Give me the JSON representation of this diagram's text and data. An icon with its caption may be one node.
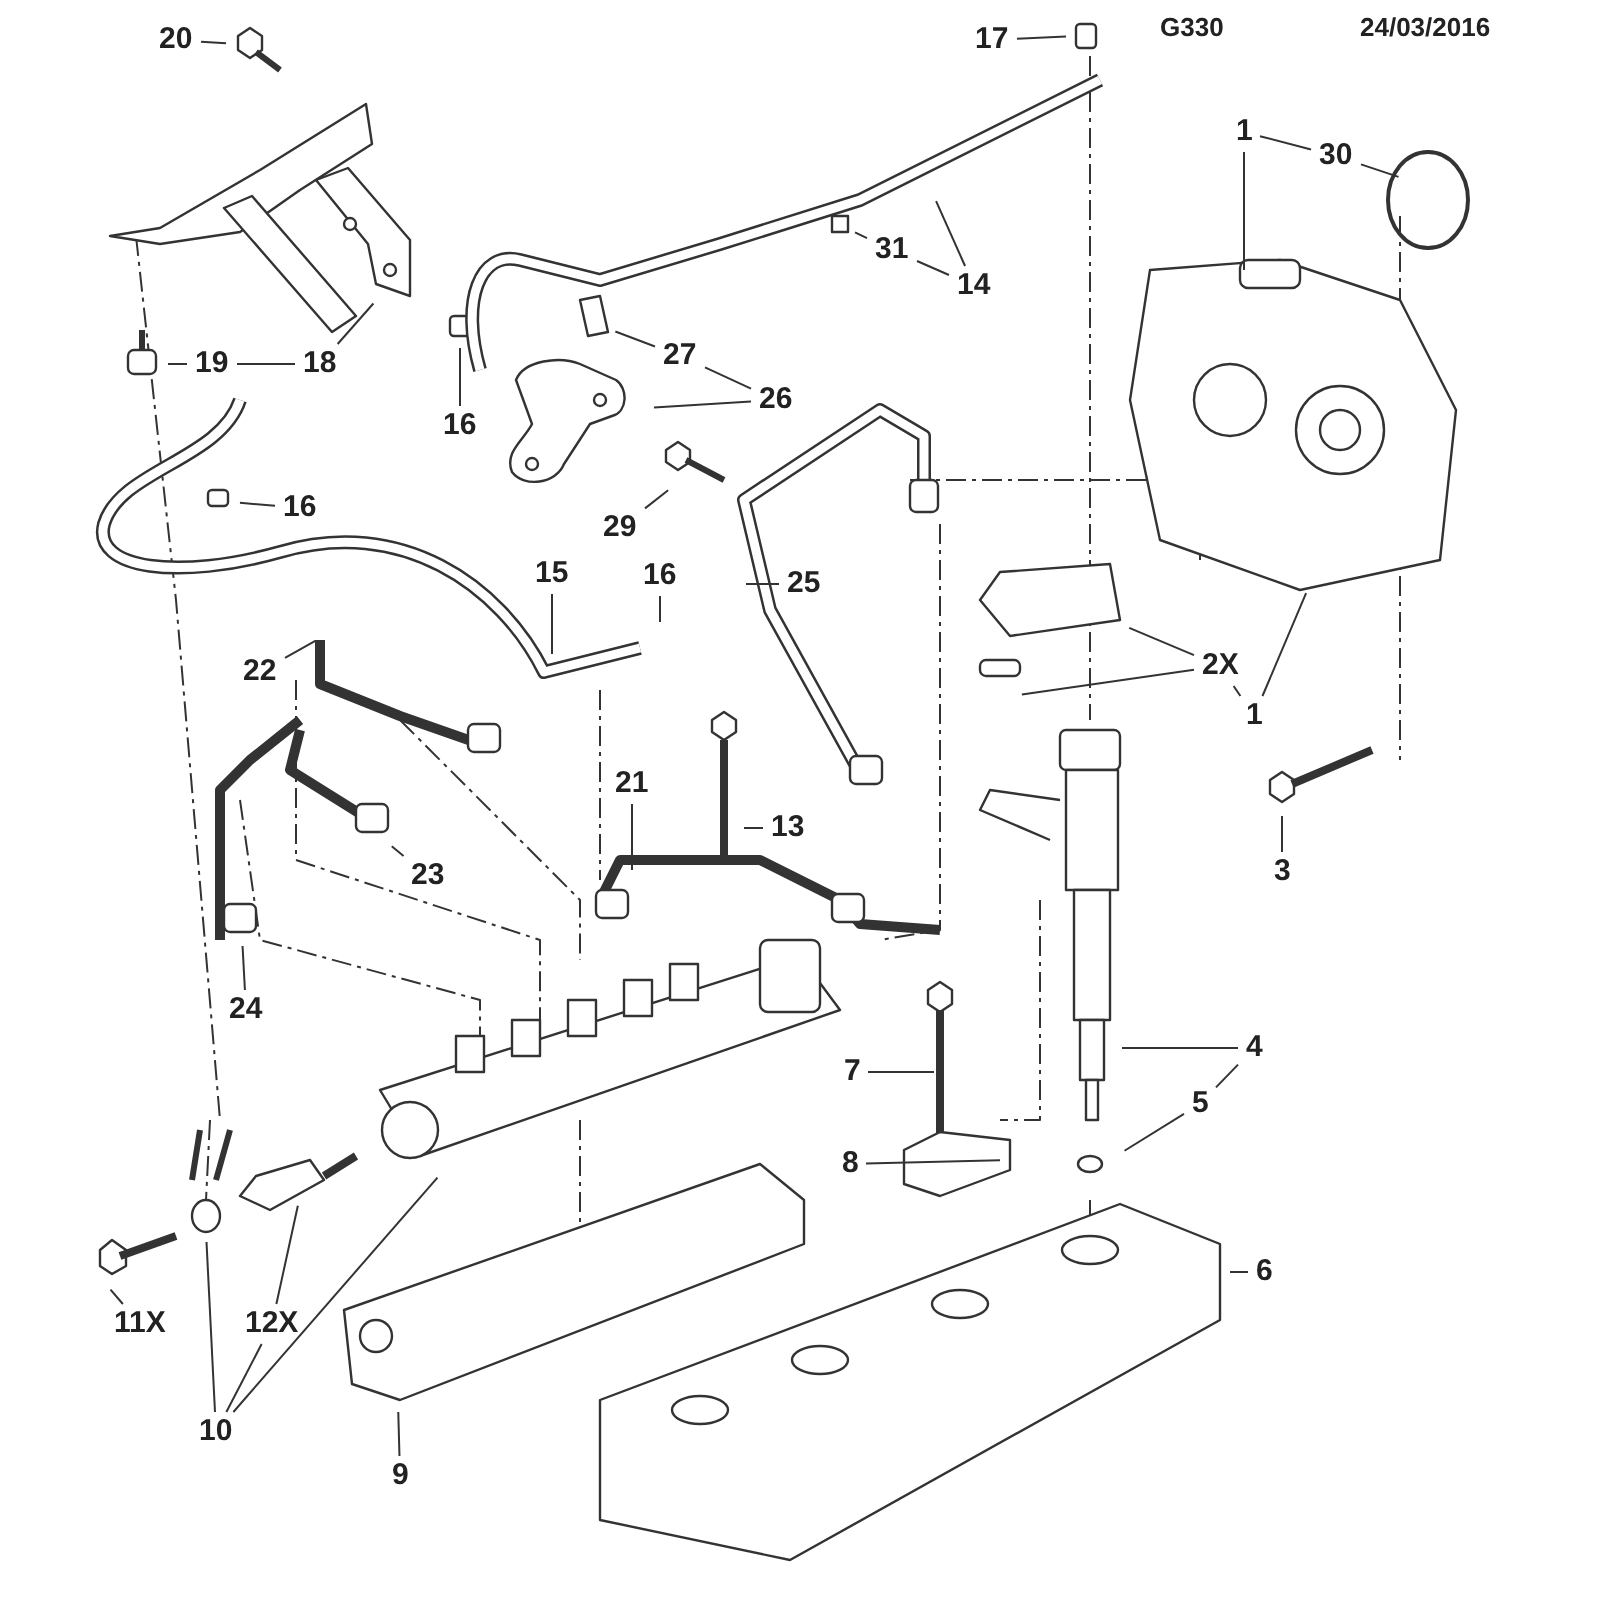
{
  "diagram": {
    "nodes": [
      {
        "text": [
          "20"
        ]
      },
      {
        "text": [
          "17"
        ]
      },
      {
        "text": [
          "1"
        ]
      },
      {
        "text": [
          "30"
        ]
      },
      {
        "text": [
          "19"
        ]
      },
      {
        "text": [
          "18"
        ]
      },
      {
        "text": [
          "16"
        ]
      },
      {
        "text": [
          "27"
        ]
      },
      {
        "text": [
          "26"
        ]
      },
      {
        "text": [
          "31"
        ]
      },
      {
        "text": [
          "14"
        ]
      },
      {
        "text": [
          "16"
        ]
      },
      {
        "text": [
          "29"
        ]
      },
      {
        "text": [
          "15"
        ]
      },
      {
        "text": [
          "16"
        ]
      },
      {
        "text": [
          "25"
        ]
      },
      {
        "text": [
          "22"
        ]
      },
      {
        "text": [
          "2X"
        ]
      },
      {
        "text": [
          "1"
        ]
      },
      {
        "text": [
          "21"
        ]
      },
      {
        "text": [
          "13"
        ]
      },
      {
        "text": [
          "3"
        ]
      },
      {
        "text": [
          "23"
        ]
      },
      {
        "text": [
          "24"
        ]
      },
      {
        "text": [
          "4"
        ]
      },
      {
        "text": [
          "7"
        ]
      },
      {
        "text": [
          "5"
        ]
      },
      {
        "text": [
          "8"
        ]
      },
      {
        "text": [
          "6"
        ]
      },
      {
        "text": [
          "11X"
        ]
      },
      {
        "text": [
          "12X"
        ]
      },
      {
        "text": [
          "10"
        ]
      },
      {
        "text": [
          "9"
        ]
      }
    ],
    "edges": [
      {
        "from": 0,
        "to": null,
        "arrow": "none"
      },
      {
        "from": 1,
        "to": null,
        "arrow": "none"
      },
      {
        "from": 2,
        "to": null,
        "arrow": "none"
      },
      {
        "from": 2,
        "to": 3,
        "arrow": "none"
      },
      {
        "from": 3,
        "to": null,
        "arrow": "none"
      },
      {
        "from": 4,
        "to": null,
        "arrow": "none"
      },
      {
        "from": 5,
        "to": null,
        "arrow": "none"
      },
      {
        "from": 4,
        "to": 5,
        "arrow": "none"
      },
      {
        "from": 6,
        "to": null,
        "arrow": "none"
      },
      {
        "from": 7,
        "to": null,
        "arrow": "none"
      },
      {
        "from": 7,
        "to": 8,
        "arrow": "none"
      },
      {
        "from": 8,
        "to": null,
        "arrow": "none"
      },
      {
        "from": 9,
        "to": null,
        "arrow": "none"
      },
      {
        "from": 9,
        "to": 10,
        "arrow": "none"
      },
      {
        "from": 10,
        "to": null,
        "arrow": "none"
      },
      {
        "from": 11,
        "to": null,
        "arrow": "none"
      },
      {
        "from": 12,
        "to": null,
        "arrow": "none"
      },
      {
        "from": 13,
        "to": null,
        "arrow": "none"
      },
      {
        "from": 14,
        "to": null,
        "arrow": "none"
      },
      {
        "from": 15,
        "to": null,
        "arrow": "none"
      },
      {
        "from": 16,
        "to": null,
        "arrow": "none"
      },
      {
        "from": 17,
        "to": null,
        "arrow": "none"
      },
      {
        "from": 17,
        "to": null,
        "arrow": "none"
      },
      {
        "from": 17,
        "to": 18,
        "arrow": "none"
      },
      {
        "from": 18,
        "to": null,
        "arrow": "none"
      },
      {
        "from": 19,
        "to": null,
        "arrow": "none"
      },
      {
        "from": 20,
        "to": null,
        "arrow": "none"
      },
      {
        "from": 21,
        "to": null,
        "arrow": "none"
      },
      {
        "from": 22,
        "to": null,
        "arrow": "none"
      },
      {
        "from": 23,
        "to": null,
        "arrow": "none"
      },
      {
        "from": 24,
        "to": null,
        "arrow": "none"
      },
      {
        "from": 26,
        "to": 24,
        "arrow": "none"
      },
      {
        "from": 26,
        "to": null,
        "arrow": "none"
      },
      {
        "from": 25,
        "to": null,
        "arrow": "none"
      },
      {
        "from": 27,
        "to": null,
        "arrow": "none"
      },
      {
        "from": 28,
        "to": null,
        "arrow": "none"
      },
      {
        "from": 29,
        "to": null,
        "arrow": "none"
      },
      {
        "from": 31,
        "to": null,
        "arrow": "none"
      },
      {
        "from": 31,
        "to": 30,
        "arrow": "none"
      },
      {
        "from": 31,
        "to": null,
        "arrow": "none"
      },
      {
        "from": 30,
        "to": null,
        "arrow": "none"
      },
      {
        "from": 32,
        "to": null,
        "arrow": "none"
      }
    ],
    "labels": [
      "G330",
      "24/03/2016"
    ]
  }
}
